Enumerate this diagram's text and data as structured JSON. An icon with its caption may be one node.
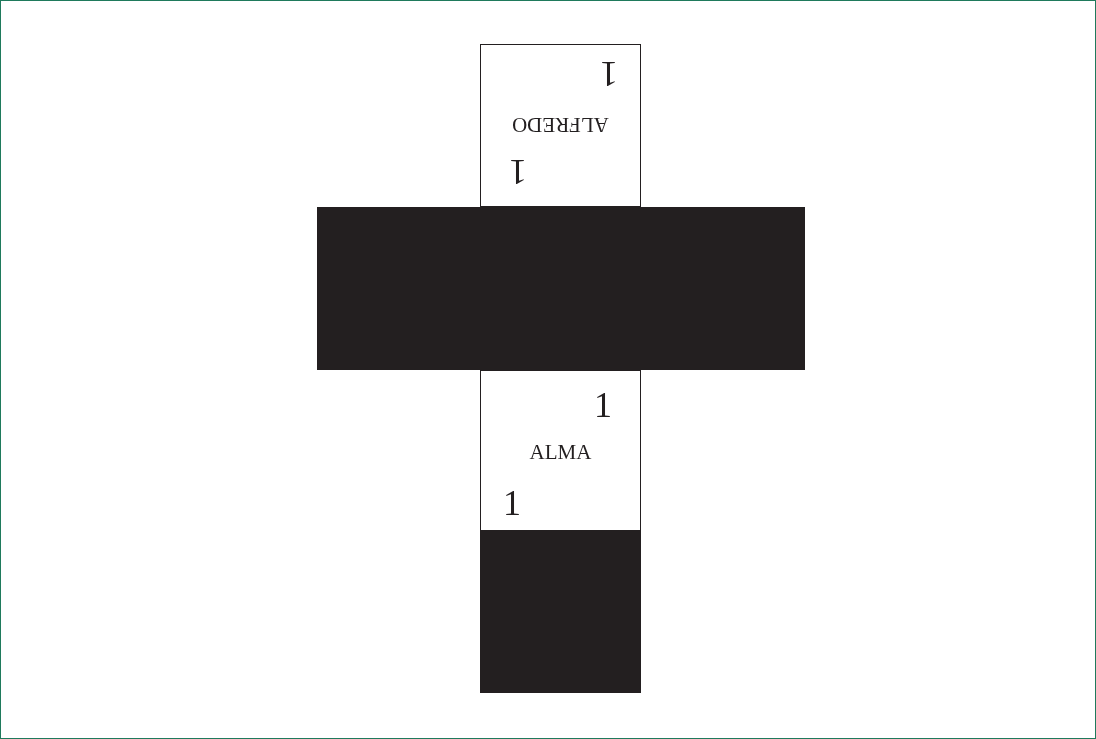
{
  "diagram": {
    "nodes": [
      {
        "text": [
          "1",
          "ALFREDO",
          "1"
        ]
      },
      {
        "text": [],
        "shape": "box"
      },
      {
        "text": [
          "1",
          "ALMA",
          "1"
        ]
      },
      {
        "text": [],
        "shape": "box"
      }
    ]
  }
}
